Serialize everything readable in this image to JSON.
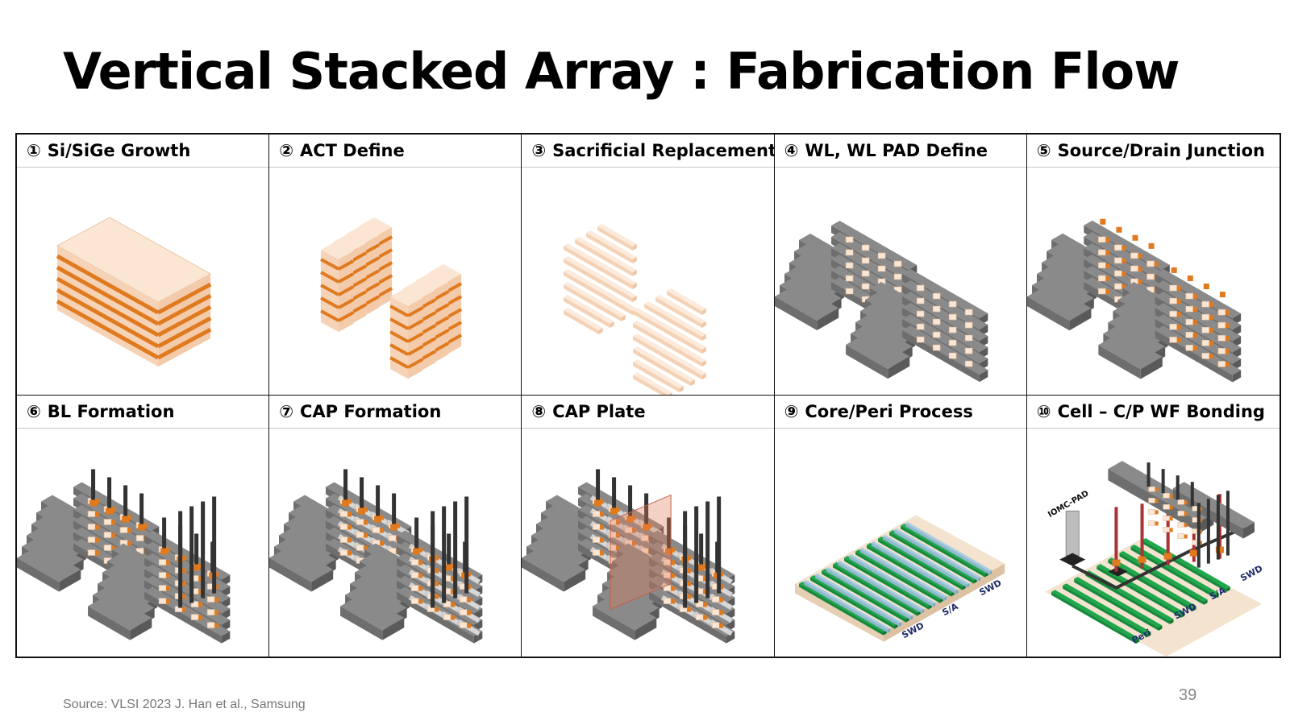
{
  "title": "Vertical Stacked Array : Fabrication Flow",
  "steps": [
    {
      "num": "①",
      "label": "Si/SiGe Growth"
    },
    {
      "num": "②",
      "label": "ACT Define"
    },
    {
      "num": "③",
      "label": "Sacrificial Replacement"
    },
    {
      "num": "④",
      "label": "WL, WL PAD Define"
    },
    {
      "num": "⑤",
      "label": "Source/Drain Junction"
    },
    {
      "num": "⑥",
      "label": "BL Formation"
    },
    {
      "num": "⑦",
      "label": "CAP Formation"
    },
    {
      "num": "⑧",
      "label": "CAP Plate"
    },
    {
      "num": "⑨",
      "label": "Core/Peri Process"
    },
    {
      "num": "⑩",
      "label": "Cell – C/P WF Bonding"
    }
  ],
  "diagram_labels": {
    "core_peri": {
      "swd_a": "SWD",
      "sa": "S/A",
      "swd_b": "SWD"
    },
    "bonding": {
      "iomc_pad": "IOMC-PAD",
      "peri": "Peri",
      "swd_a": "SWD",
      "sa": "S/A",
      "swd_b": "SWD"
    }
  },
  "colors": {
    "si": "#f8dcc4",
    "sige": "#e07a1f",
    "wl_gray": "#6e6e6e",
    "bl_dark": "#333333",
    "green": "#1fa84b",
    "blue": "#a8cde0",
    "navy_text": "#1f2a6b"
  },
  "source": "Source: VLSI 2023 J. Han et al., Samsung",
  "page_number": "39"
}
